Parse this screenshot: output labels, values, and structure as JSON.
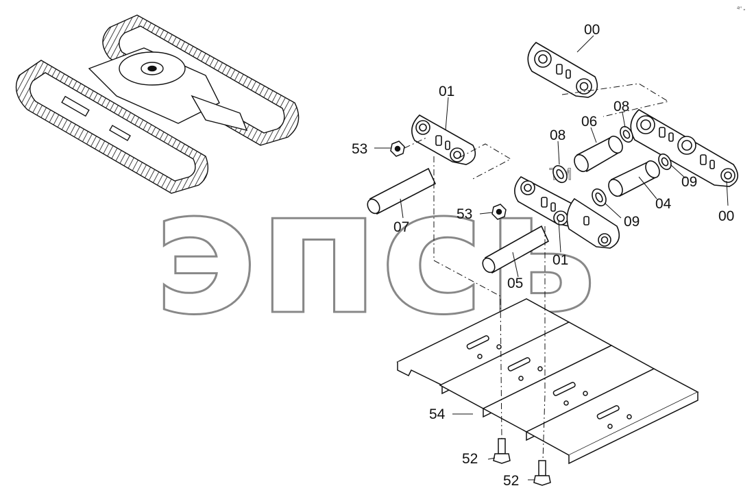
{
  "diagram": {
    "corner_mark": "a° ∘",
    "watermark": {
      "text": "эпсь",
      "tm": "TM"
    },
    "callouts": {
      "c00_top": "00",
      "c00_right": "00",
      "c01_top": "01",
      "c01_mid": "01",
      "c04": "04",
      "c05": "05",
      "c06": "06",
      "c07": "07",
      "c08_top": "08",
      "c08_left": "08",
      "c09_right": "09",
      "c09_mid": "09",
      "c52_a": "52",
      "c52_b": "52",
      "c53_top": "53",
      "c53_mid": "53",
      "c54": "54"
    },
    "colors": {
      "line": "#111111",
      "watermark": "#888888",
      "fill": "#ffffff"
    }
  }
}
